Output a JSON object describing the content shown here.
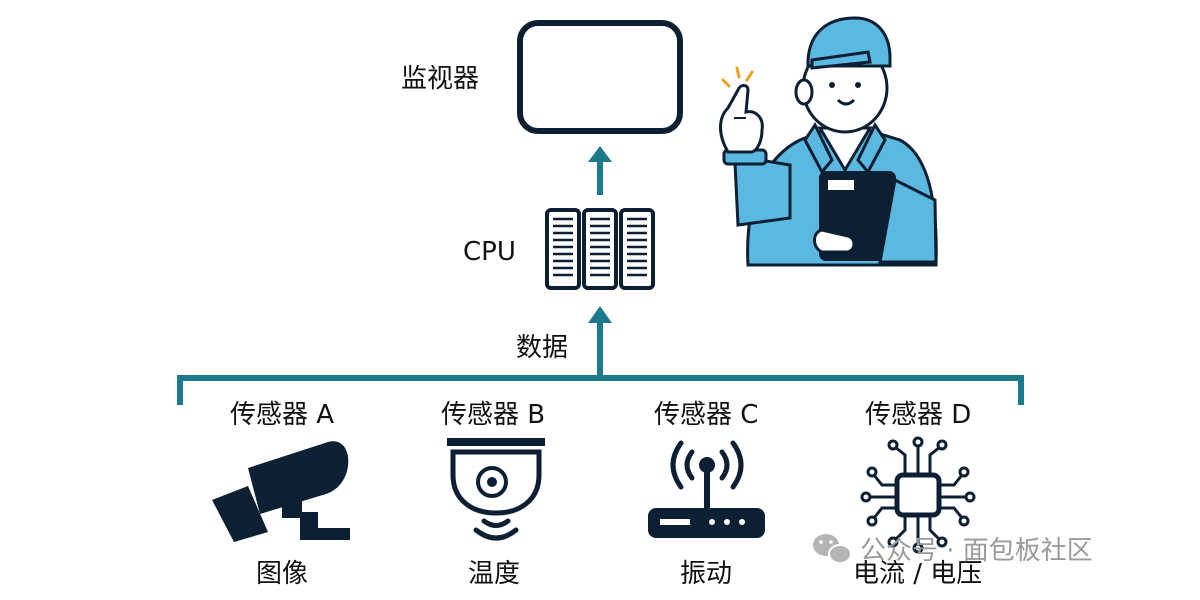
{
  "monitor": {
    "label": "监视器"
  },
  "cpu": {
    "label": "CPU"
  },
  "data_label": "数据",
  "sensors": [
    {
      "title": "传感器 A",
      "measure": "图像"
    },
    {
      "title": "传感器 B",
      "measure": "温度"
    },
    {
      "title": "传感器 C",
      "measure": "振动"
    },
    {
      "title": "传感器 D",
      "measure": "电流 / 电压"
    }
  ],
  "watermark": {
    "text": "公众号 · 面包板社区",
    "icon": "wechat-icon"
  },
  "colors": {
    "connector": "#1b7a8c",
    "icon_dark": "#0c1f33",
    "worker_blue": "#5bb8e0",
    "accent_orange": "#f0a020"
  }
}
